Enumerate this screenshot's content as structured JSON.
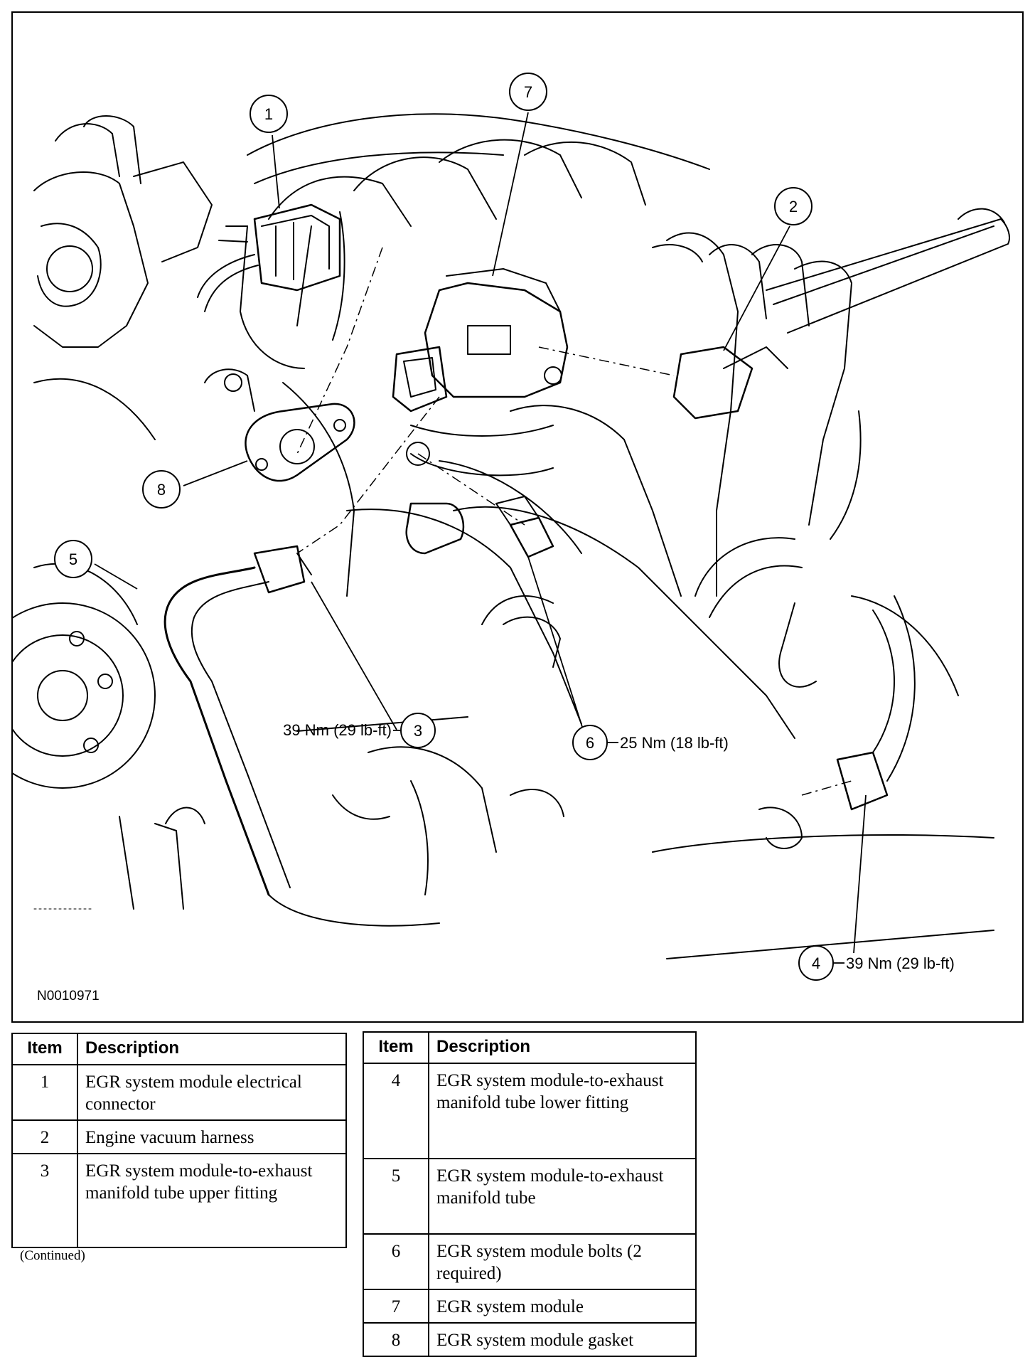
{
  "figure": {
    "id": "N0010971",
    "callouts": [
      {
        "number": "1",
        "label": ""
      },
      {
        "number": "2",
        "label": ""
      },
      {
        "number": "3",
        "label": "39 Nm (29 lb-ft)"
      },
      {
        "number": "4",
        "label": "39 Nm (29 lb-ft)"
      },
      {
        "number": "5",
        "label": ""
      },
      {
        "number": "6",
        "label": "25 Nm (18 lb-ft)"
      },
      {
        "number": "7",
        "label": ""
      },
      {
        "number": "8",
        "label": ""
      }
    ]
  },
  "legend": {
    "header_item": "Item",
    "header_description": "Description",
    "left_rows": [
      {
        "item": "1",
        "description": "EGR system module electrical connector"
      },
      {
        "item": "2",
        "description": "Engine vacuum harness"
      },
      {
        "item": "3",
        "description": "EGR system module-to-exhaust manifold tube upper fitting"
      }
    ],
    "right_rows": [
      {
        "item": "4",
        "description": "EGR system module-to-exhaust manifold tube lower fitting"
      },
      {
        "item": "5",
        "description": "EGR system module-to-exhaust manifold tube"
      },
      {
        "item": "6",
        "description": "EGR system module bolts (2 required)"
      },
      {
        "item": "7",
        "description": "EGR system module"
      },
      {
        "item": "8",
        "description": "EGR system module gasket"
      }
    ],
    "continued_note": "(Continued)"
  }
}
